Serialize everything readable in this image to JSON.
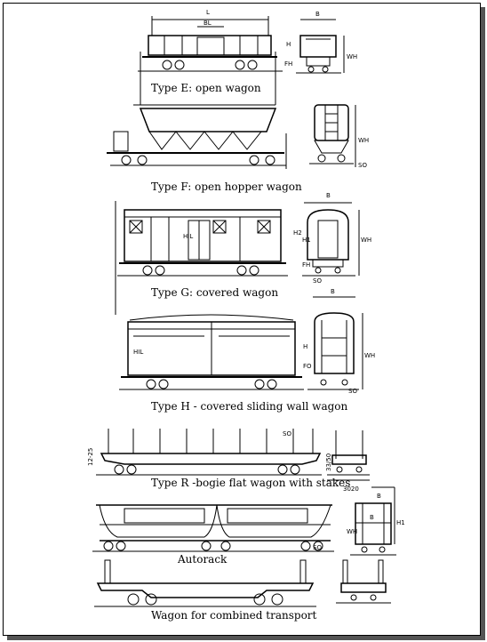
{
  "captions": {
    "type_e": "Type E: open wagon",
    "type_f": "Type F: open hopper wagon",
    "type_g": "Type G:  covered wagon",
    "type_h": "Type H  - covered sliding wall wagon",
    "type_r": "Type R  -bogie flat wagon with stakes",
    "autorack": "Autorack",
    "combined": "Wagon for combined transport"
  },
  "labels": {
    "L": "L",
    "B": "B",
    "BL": "BL",
    "H": "H",
    "FH": "FH",
    "WH": "WH",
    "SO": "SO",
    "H1": "H1",
    "H2": "H2",
    "HIL": "HIL",
    "FO": "FO",
    "r_width": "3020",
    "r_height": "33/50",
    "r_left": "12-25",
    "r_so": "SO"
  }
}
